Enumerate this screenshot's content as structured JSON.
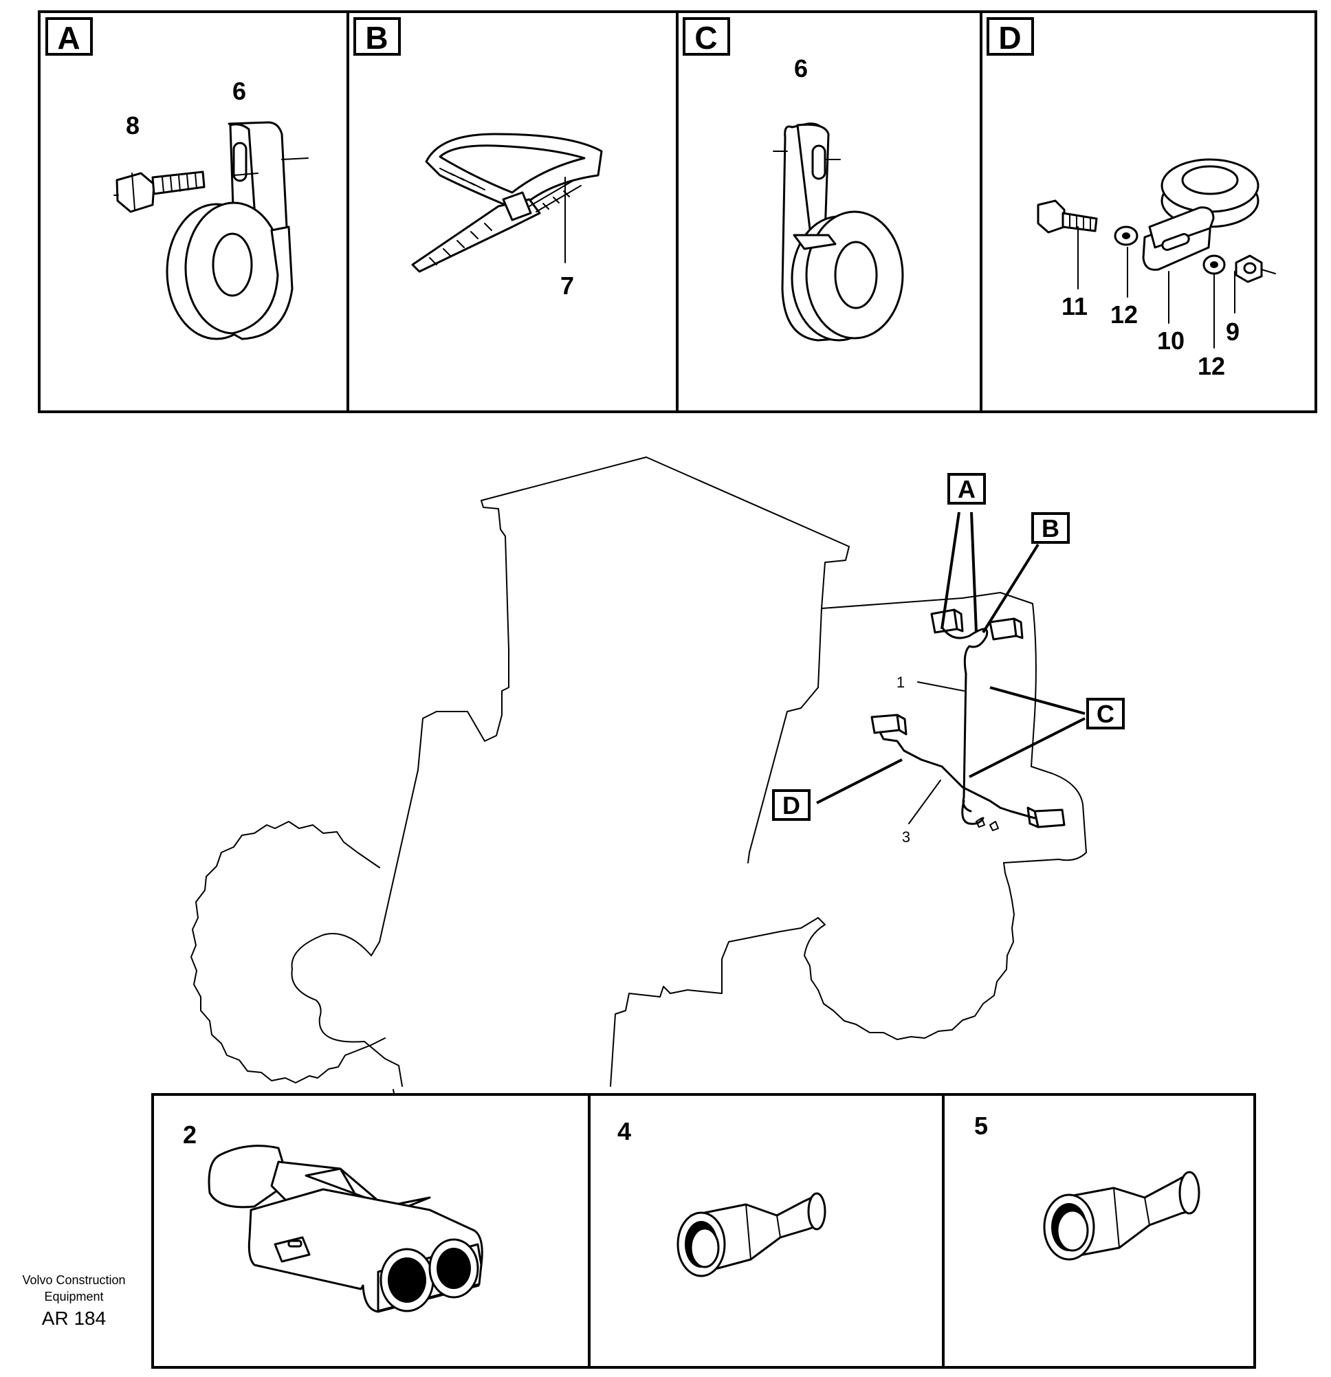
{
  "detail_panels": [
    {
      "id": "A",
      "label": "A",
      "callouts": [
        "6",
        "8"
      ]
    },
    {
      "id": "B",
      "label": "B",
      "callouts": [
        "7"
      ]
    },
    {
      "id": "C",
      "label": "C",
      "callouts": [
        "6"
      ]
    },
    {
      "id": "D",
      "label": "D",
      "callouts": [
        "11",
        "12",
        "10",
        "9",
        "12"
      ]
    }
  ],
  "main_view": {
    "badges": [
      "A",
      "B",
      "C",
      "D"
    ],
    "callouts": [
      "1",
      "3"
    ]
  },
  "part_panels": [
    {
      "id": "2",
      "label": "2"
    },
    {
      "id": "4",
      "label": "4"
    },
    {
      "id": "5",
      "label": "5"
    }
  ],
  "footer": {
    "company_line1": "Volvo Construction",
    "company_line2": "Equipment",
    "code": "AR 184"
  }
}
